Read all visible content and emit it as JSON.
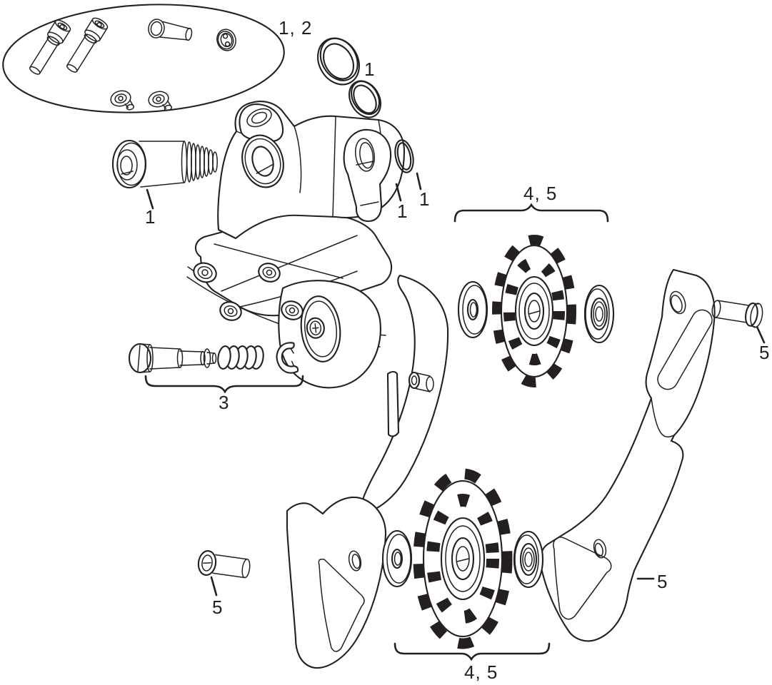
{
  "figure": {
    "type": "exploded-parts-diagram",
    "subject": "rear derailleur exploded view",
    "colors": {
      "line": "#241f21",
      "background": "#ffffff",
      "label_text": "#231f20"
    }
  },
  "callouts": {
    "kit": "1, 2",
    "top_rings": "1",
    "b_bolt": "1",
    "hanger": "1",
    "o_ring": "1",
    "upper_pulley": "4, 5",
    "spring_pin": "3",
    "cage_screw_top": "5",
    "inner_cage_plate": "5",
    "cage_screw_bottom": "5",
    "lower_pulley": "4, 5"
  }
}
